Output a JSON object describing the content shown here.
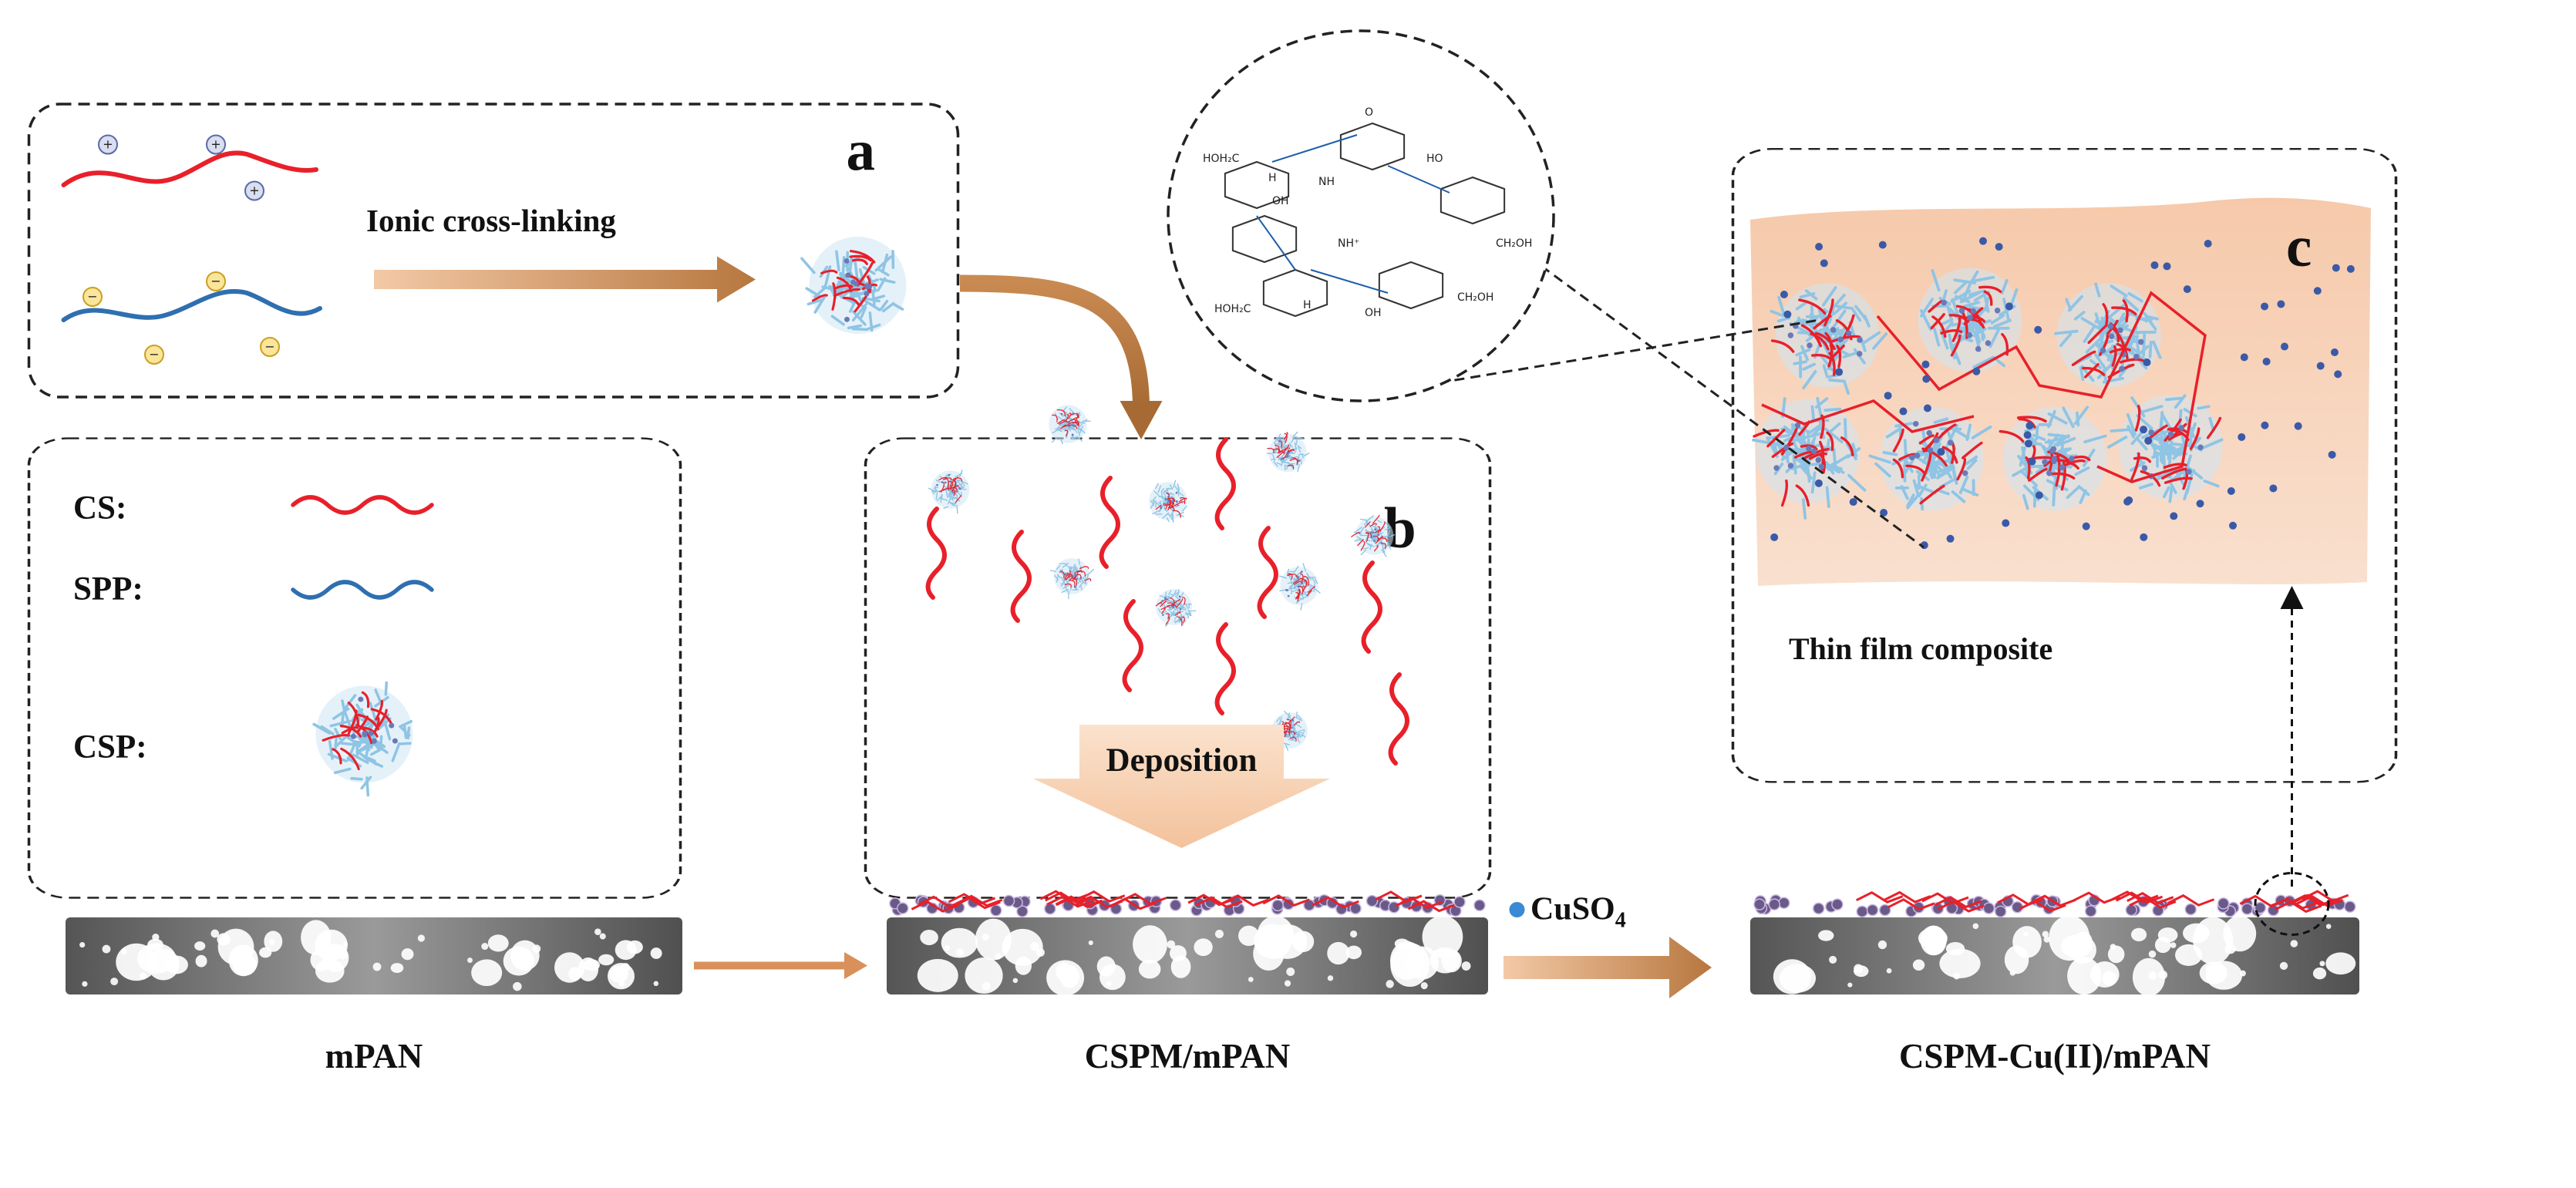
{
  "panels": {
    "a": {
      "letter": "a",
      "arrow_label": "Ionic cross-linking"
    },
    "b": {
      "letter": "b",
      "substrate_label": "CSPM/mPAN",
      "arrow_label": "Deposition"
    },
    "c": {
      "letter": "c",
      "substrate_label": "CSPM-Cu(II)/mPAN",
      "film_label": "Thin film composite"
    },
    "legend": {
      "substrate_label": "mPAN",
      "items": [
        {
          "label": "CS:",
          "icon": "red-wavy-chain-icon"
        },
        {
          "label": "SPP:",
          "icon": "blue-wavy-chain-icon"
        },
        {
          "label": "CSP:",
          "icon": "nanoparticle-icon"
        }
      ]
    }
  },
  "reagent": {
    "label": "CuSO",
    "subscript": "4"
  },
  "charges": {
    "positive": "+",
    "negative": "−"
  },
  "structure_labels": [
    "HOH₂C",
    "H",
    "OH",
    "NH",
    "HO",
    "O",
    "CH₂OH",
    "NH⁺",
    "HOH₂C",
    "H",
    "OH",
    "CH₂OH"
  ],
  "colors": {
    "cs_chain": "#e8202a",
    "spp_chain": "#2f6fb0",
    "particle_blue": "#8fc4e4",
    "cu_dot": "#3a5aa8",
    "arrow": "#d9905a",
    "film": "#f6cdb0",
    "substrate": "#5a5a5a"
  }
}
